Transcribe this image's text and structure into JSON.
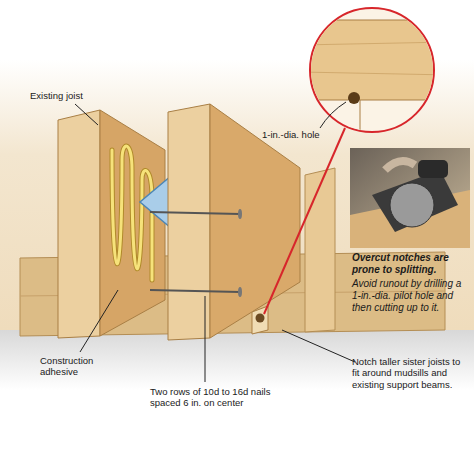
{
  "diagram": {
    "labels": [
      "Existing joist",
      "1-in.-dia. hole",
      "Overcut notches are prone to splitting.",
      "Avoid runout by drilling a 1-in.-dia. pilot hole and then cutting up to it.",
      "Construction adhesive",
      "Two rows of 10d to 16d nails spaced 6 in. on center",
      "Notch taller sister joists to fit around mudsills and existing support beams."
    ]
  }
}
